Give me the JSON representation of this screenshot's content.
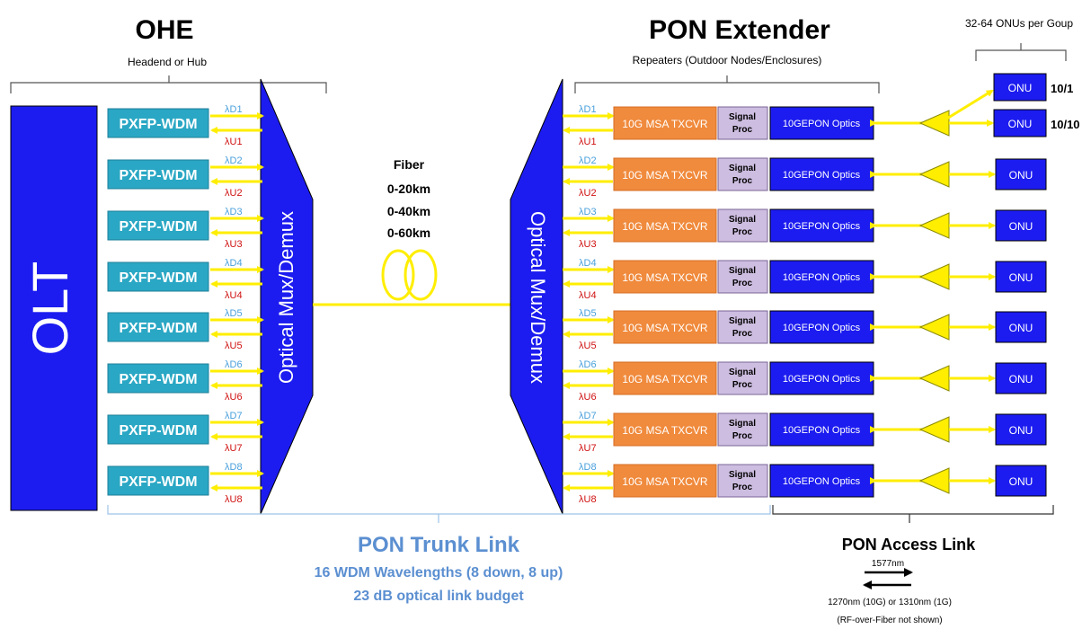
{
  "headend": {
    "title": "OHE",
    "subtitle": "Headend or Hub",
    "olt_label": "OLT",
    "mux_label": "Optical Mux/Demux",
    "pxfp_label": "PXFP-WDM",
    "channels": [
      {
        "down": "λD1",
        "up": "λU1"
      },
      {
        "down": "λD2",
        "up": "λU2"
      },
      {
        "down": "λD3",
        "up": "λU3"
      },
      {
        "down": "λD4",
        "up": "λU4"
      },
      {
        "down": "λD5",
        "up": "λU5"
      },
      {
        "down": "λD6",
        "up": "λU6"
      },
      {
        "down": "λD7",
        "up": "λU7"
      },
      {
        "down": "λD8",
        "up": "λU8"
      }
    ]
  },
  "fiber": {
    "label": "Fiber",
    "distances": [
      "0-20km",
      "0-40km",
      "0-60km"
    ]
  },
  "extender": {
    "title": "PON Extender",
    "subtitle": "Repeaters (Outdoor Nodes/Enclosures)",
    "mux_label": "Optical Mux/Demux",
    "txcvr_label": "10G MSA TXCVR",
    "signal_label_1": "Signal",
    "signal_label_2": "Proc",
    "optics_label": "10GEPON Optics"
  },
  "onus": {
    "group_label": "32-64 ONUs per Goup",
    "onu_label": "ONU",
    "rate_a": "10/1",
    "rate_b": "10/10"
  },
  "trunk": {
    "title": "PON Trunk Link",
    "line1": "16 WDM Wavelengths (8 down, 8 up)",
    "line2": "23 dB optical link budget"
  },
  "access": {
    "title": "PON Access Link",
    "down_wl": "1577nm",
    "up_wl": "1270nm (10G) or 1310nm (1G)",
    "note": "(RF-over-Fiber not shown)"
  },
  "colors": {
    "pxfp": "#2aa7c4",
    "txcvr": "#f08a3c",
    "signal": "#cdbde0",
    "optics": "#1c1cf0",
    "fiber": "#ffee00",
    "lambda_down": "#4aa0dc",
    "lambda_up": "#d01010",
    "trunk_text": "#5b8fd1"
  }
}
